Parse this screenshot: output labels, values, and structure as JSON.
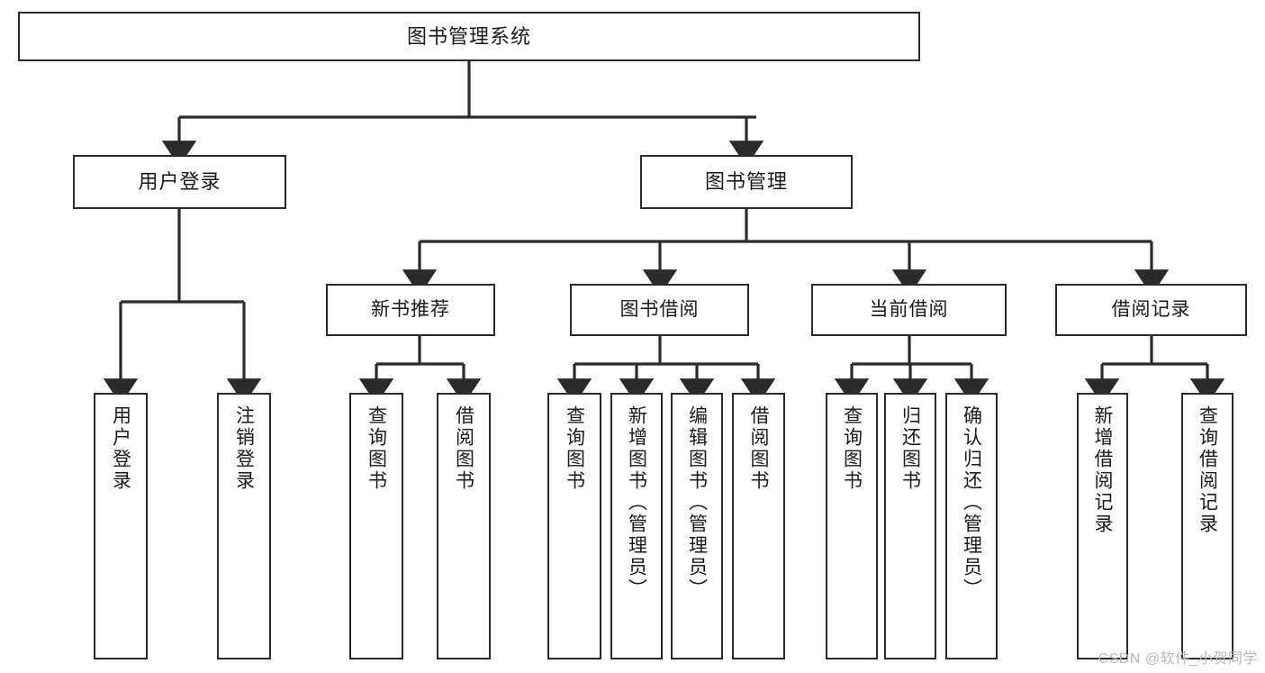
{
  "diagram": {
    "title": "图书管理系统",
    "watermark": "CSDN @软件_小贺同学",
    "line_color": "#2b2b2b",
    "box_fill": "#ffffff",
    "text_color": "#1a1a1a",
    "watermark_color": "#b8b8b8",
    "nodes": {
      "root": {
        "label": "图书管理系统"
      },
      "level1": [
        {
          "id": "user-login",
          "label": "用户登录"
        },
        {
          "id": "book-manage",
          "label": "图书管理"
        }
      ],
      "level2": [
        {
          "id": "new-book-recommend",
          "label": "新书推荐"
        },
        {
          "id": "book-borrow",
          "label": "图书借阅"
        },
        {
          "id": "current-borrow",
          "label": "当前借阅"
        },
        {
          "id": "borrow-record",
          "label": "借阅记录"
        }
      ],
      "leaves": {
        "user-login": [
          {
            "id": "leaf-user-login",
            "label": "用户登录"
          },
          {
            "id": "leaf-user-logout",
            "label": "注销登录"
          }
        ],
        "new-book-recommend": [
          {
            "id": "leaf-query-book-1",
            "label": "查询图书"
          },
          {
            "id": "leaf-borrow-book-1",
            "label": "借阅图书"
          }
        ],
        "book-borrow": [
          {
            "id": "leaf-query-book-2",
            "label": "查询图书"
          },
          {
            "id": "leaf-add-book",
            "label": "新增图书（管理员）"
          },
          {
            "id": "leaf-edit-book",
            "label": "编辑图书（管理员）"
          },
          {
            "id": "leaf-borrow-book-2",
            "label": "借阅图书"
          }
        ],
        "current-borrow": [
          {
            "id": "leaf-query-book-3",
            "label": "查询图书"
          },
          {
            "id": "leaf-return-book",
            "label": "归还图书"
          },
          {
            "id": "leaf-confirm-return",
            "label": "确认归还（管理员）"
          }
        ],
        "borrow-record": [
          {
            "id": "leaf-add-record",
            "label": "新增借阅记录"
          },
          {
            "id": "leaf-query-record",
            "label": "查询借阅记录"
          }
        ]
      }
    }
  }
}
